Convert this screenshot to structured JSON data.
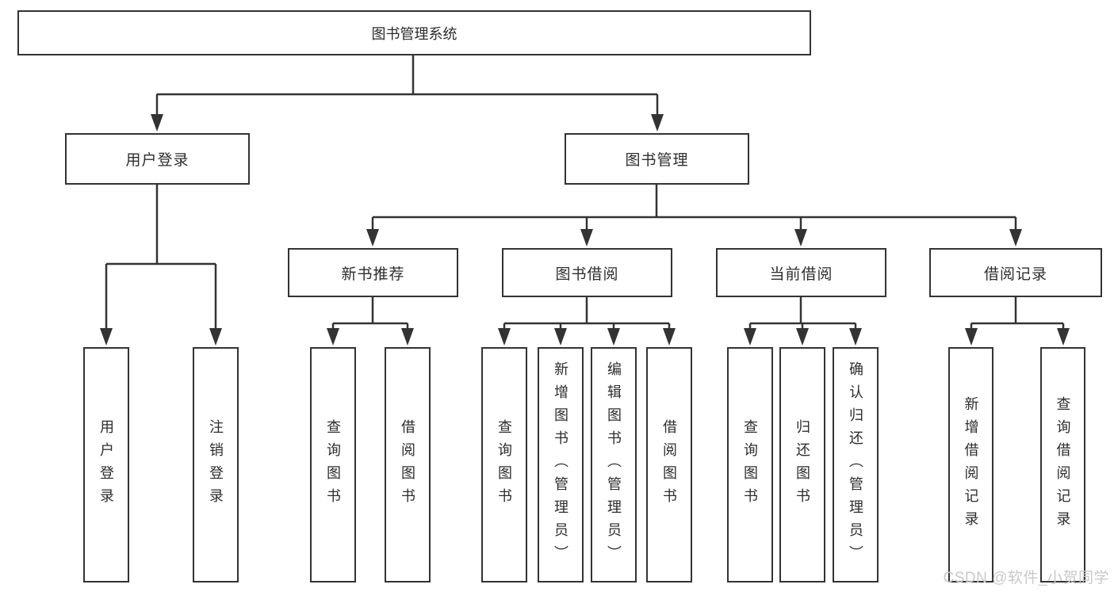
{
  "diagram": {
    "type": "tree",
    "tree": {
      "label": "图书管理系统",
      "children": [
        {
          "label": "用户登录",
          "children": [
            {
              "label": "用户登录"
            },
            {
              "label": "注销登录"
            }
          ]
        },
        {
          "label": "图书管理",
          "children": [
            {
              "label": "新书推荐",
              "children": [
                {
                  "label": "查询图书"
                },
                {
                  "label": "借阅图书"
                }
              ]
            },
            {
              "label": "图书借阅",
              "children": [
                {
                  "label": "查询图书"
                },
                {
                  "label": "新增图书（管理员）"
                },
                {
                  "label": "编辑图书（管理员）"
                },
                {
                  "label": "借阅图书"
                }
              ]
            },
            {
              "label": "当前借阅",
              "children": [
                {
                  "label": "查询图书"
                },
                {
                  "label": "归还图书"
                },
                {
                  "label": "确认归还（管理员）"
                }
              ]
            },
            {
              "label": "借阅记录",
              "children": [
                {
                  "label": "新增借阅记录"
                },
                {
                  "label": "查询借阅记录"
                }
              ]
            }
          ]
        }
      ]
    }
  },
  "watermark": {
    "text": "CSDN @软件_小贺同学"
  },
  "colors": {
    "line": "#333333",
    "box_border": "#333333",
    "box_fill": "#ffffff",
    "text": "#2d2d2d",
    "background": "#ffffff",
    "watermark": "#c9c9c9"
  }
}
